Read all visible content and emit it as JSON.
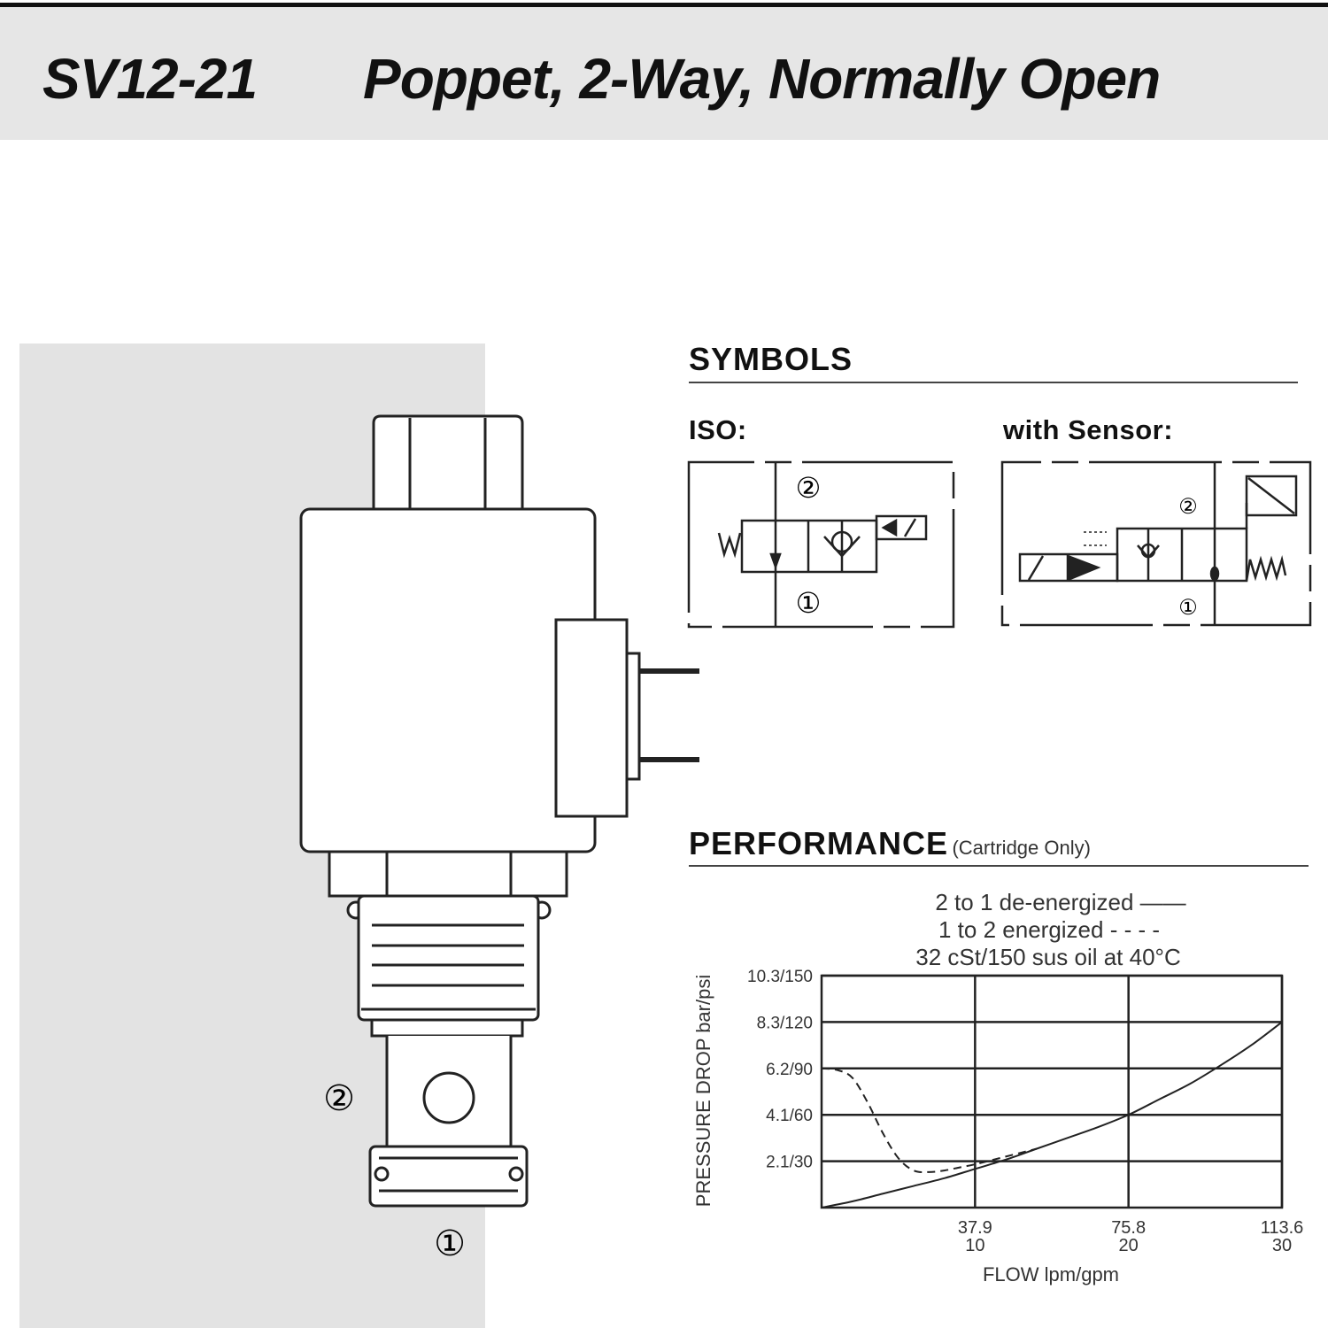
{
  "header": {
    "model": "SV12-21",
    "description": "Poppet, 2-Way, Normally Open"
  },
  "illustration": {
    "port_2_label": "②",
    "port_1_label": "①"
  },
  "symbols": {
    "heading": "SYMBOLS",
    "iso_label": "ISO:",
    "sensor_label": "with Sensor:",
    "iso_port_2": "②",
    "iso_port_1": "①",
    "sensor_port_2": "②",
    "sensor_port_1": "①"
  },
  "performance": {
    "heading": "PERFORMANCE",
    "subheading": "(Cartridge Only)"
  },
  "chart_data": {
    "type": "line",
    "legend": [
      "2 to 1 de-energized ——",
      "1 to 2 energized - - - -",
      "32 cSt/150 sus oil at 40°C"
    ],
    "legend_placement": "top",
    "xlabel": "FLOW lpm/gpm",
    "ylabel": "PRESSURE DROP bar/psi",
    "xlim": [
      0,
      30
    ],
    "ylim": [
      0,
      150
    ],
    "x_ticks": [
      {
        "value": 10,
        "lpm": "37.9",
        "gpm": "10"
      },
      {
        "value": 20,
        "lpm": "75.8",
        "gpm": "20"
      },
      {
        "value": 30,
        "lpm": "113.6",
        "gpm": "30"
      }
    ],
    "y_ticks": [
      {
        "value": 30,
        "label": "2.1/30"
      },
      {
        "value": 60,
        "label": "4.1/60"
      },
      {
        "value": 90,
        "label": "6.2/90"
      },
      {
        "value": 120,
        "label": "8.3/120"
      },
      {
        "value": 150,
        "label": "10.3/150"
      }
    ],
    "grid": true,
    "series": [
      {
        "name": "2 to 1 de-energized",
        "style": "solid",
        "x": [
          0,
          2,
          4,
          6,
          8,
          10,
          12,
          14,
          16,
          18,
          20,
          22,
          24,
          26,
          28,
          30
        ],
        "y": [
          0,
          4,
          9,
          14,
          19,
          25,
          31,
          38,
          45,
          52,
          60,
          70,
          80,
          92,
          105,
          120
        ]
      },
      {
        "name": "1 to 2 energized",
        "style": "dashed",
        "x": [
          0,
          1,
          2,
          3,
          4,
          5,
          6,
          7,
          8,
          9,
          10,
          12,
          14
        ],
        "y": [
          90,
          89,
          84,
          68,
          48,
          32,
          24,
          23,
          24,
          26,
          28,
          33,
          38
        ]
      }
    ]
  }
}
